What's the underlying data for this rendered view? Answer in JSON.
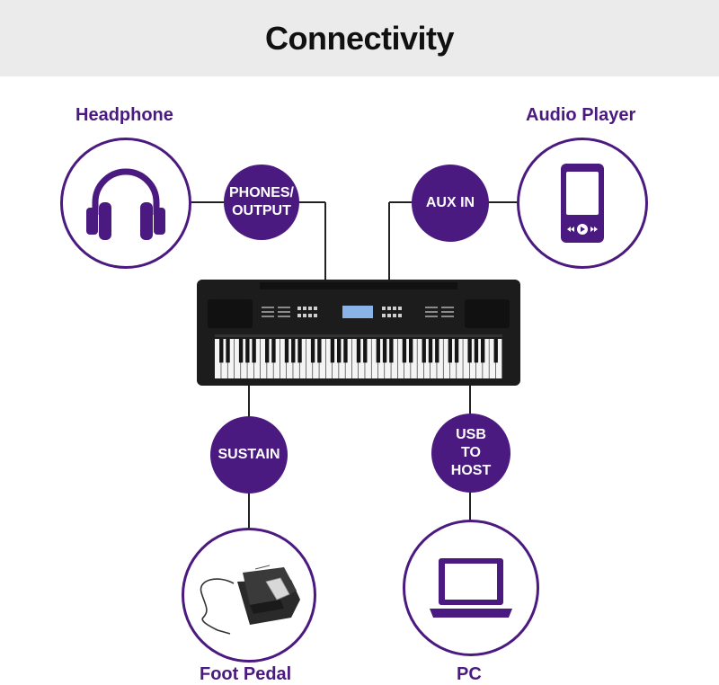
{
  "header": {
    "title": "Connectivity"
  },
  "devices": {
    "headphone": "Headphone",
    "audio_player": "Audio Player",
    "foot_pedal": "Foot Pedal",
    "pc": "PC"
  },
  "ports": {
    "phones_output": [
      "PHONES/",
      "OUTPUT"
    ],
    "aux_in": "AUX IN",
    "sustain": "SUSTAIN",
    "usb_to_host": [
      "USB",
      "TO",
      "HOST"
    ]
  },
  "colors": {
    "accent": "#4b1a80",
    "header_bg": "#ebebeb",
    "keyboard": "#1c1c1c"
  },
  "icons": [
    "headphone-icon",
    "audio-player-icon",
    "foot-pedal-icon",
    "laptop-icon",
    "keyboard-illustration"
  ]
}
